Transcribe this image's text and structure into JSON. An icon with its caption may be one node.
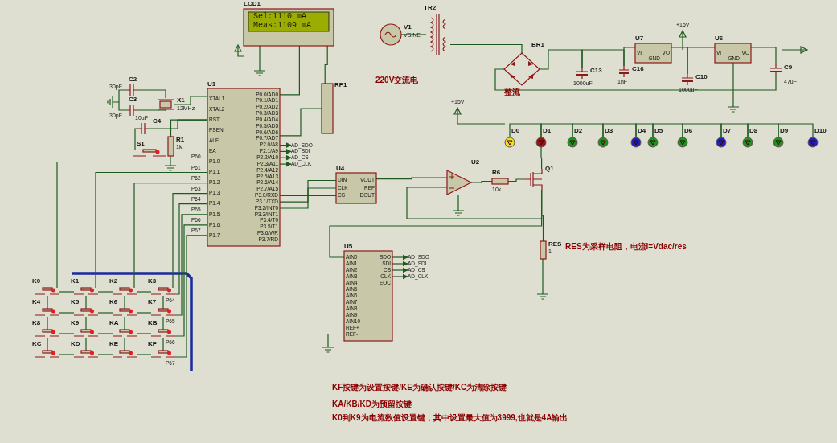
{
  "diagram": {
    "nodes": [
      {
        "text": [
          "LCD1",
          "Sel:1110 mA",
          "Meas:1109 mA"
        ]
      },
      {
        "text": [
          "RP1"
        ]
      },
      {
        "text": [
          "C2"
        ],
        "beside": [
          "30pF"
        ]
      },
      {
        "text": [
          "C3"
        ],
        "beside": [
          "30pF"
        ]
      },
      {
        "text": [
          "X1"
        ],
        "beside": [
          "12MHz"
        ]
      },
      {
        "text": [
          "U1",
          "XTAL1",
          "XTAL2",
          "RST",
          "PSEN",
          "ALE",
          "EA",
          "P1.0",
          "P1.1",
          "P1.2",
          "P1.3",
          "P1.4",
          "P1.5",
          "P1.6",
          "P1.7",
          "P0.0/AD0",
          "P0.1/AD1",
          "P0.2/AD2",
          "P0.3/AD3",
          "P0.4/AD4",
          "P0.5/AD5",
          "P0.6/AD6",
          "P0.7/AD7",
          "P2.0/A8",
          "P2.1/A9",
          "P2.2/A10",
          "P2.3/A11",
          "P2.4/A12",
          "P2.5/A13",
          "P2.6/A14",
          "P2.7/A15",
          "P3.0/RXD",
          "P3.1/TXD",
          "P3.2/INT0",
          "P3.3/INT1",
          "P3.4/T0",
          "P3.5/T1",
          "P3.6/WR",
          "P3.7/RD"
        ]
      },
      {
        "text": [
          "C4"
        ],
        "beside": [
          "10uF"
        ]
      },
      {
        "text": [
          "S1"
        ]
      },
      {
        "text": [
          "R1"
        ],
        "beside": [
          "1k"
        ]
      },
      {
        "text": [
          "U4",
          "DIN",
          "CLK",
          "CS",
          "VOUT",
          "REF",
          "DOUT"
        ]
      },
      {
        "text": [
          "V1"
        ],
        "beside": [
          "VSINE"
        ]
      },
      {
        "text": [
          "TR2"
        ]
      },
      {
        "text": [
          "BR1"
        ],
        "beside": [
          "整流"
        ]
      },
      {
        "text": [
          "C13"
        ],
        "beside": [
          "1000uF"
        ]
      },
      {
        "text": [
          "C16"
        ],
        "beside": [
          "1nF"
        ]
      },
      {
        "text": [
          "U7",
          "VI",
          "VO",
          "GND"
        ]
      },
      {
        "text": [
          "C10"
        ],
        "beside": [
          "1000uF"
        ]
      },
      {
        "text": [
          "U6",
          "VI",
          "VO",
          "GND"
        ]
      },
      {
        "text": [
          "C9"
        ],
        "beside": [
          "47uF"
        ]
      },
      {
        "text": [
          "U2"
        ]
      },
      {
        "text": [
          "R6"
        ],
        "beside": [
          "10k"
        ]
      },
      {
        "text": [
          "Q1"
        ]
      },
      {
        "text": [
          "RES"
        ],
        "beside": [
          "1"
        ]
      },
      {
        "text": [
          "U5",
          "AIN0",
          "AIN1",
          "AIN2",
          "AIN3",
          "AIN4",
          "AIN5",
          "AIN6",
          "AIN7",
          "AIN8",
          "AIN9",
          "AIN10",
          "REF+",
          "REF-",
          "SDO",
          "SDI",
          "CS",
          "CLK",
          "EOC"
        ]
      },
      {
        "text": [
          "D0"
        ]
      },
      {
        "text": [
          "D1"
        ]
      },
      {
        "text": [
          "D2"
        ]
      },
      {
        "text": [
          "D3"
        ]
      },
      {
        "text": [
          "D4"
        ]
      },
      {
        "text": [
          "D5"
        ]
      },
      {
        "text": [
          "D6"
        ]
      },
      {
        "text": [
          "D7"
        ]
      },
      {
        "text": [
          "D8"
        ]
      },
      {
        "text": [
          "D9"
        ]
      },
      {
        "text": [
          "D10"
        ]
      },
      {
        "text": [
          "K0"
        ]
      },
      {
        "text": [
          "K1"
        ]
      },
      {
        "text": [
          "K2"
        ]
      },
      {
        "text": [
          "K3"
        ]
      },
      {
        "text": [
          "K4"
        ]
      },
      {
        "text": [
          "K5"
        ]
      },
      {
        "text": [
          "K6"
        ]
      },
      {
        "text": [
          "K7"
        ]
      },
      {
        "text": [
          "K8"
        ]
      },
      {
        "text": [
          "K9"
        ]
      },
      {
        "text": [
          "KA"
        ]
      },
      {
        "text": [
          "KB"
        ]
      },
      {
        "text": [
          "KC"
        ]
      },
      {
        "text": [
          "KD"
        ]
      },
      {
        "text": [
          "KE"
        ]
      },
      {
        "text": [
          "KF"
        ]
      },
      {
        "text": [
          "AD_SDO"
        ]
      },
      {
        "text": [
          "AD_SDI"
        ]
      },
      {
        "text": [
          "AD_CS"
        ]
      },
      {
        "text": [
          "AD_CLK"
        ]
      },
      {
        "text": [
          "AD_SDO"
        ]
      },
      {
        "text": [
          "AD_SDI"
        ]
      },
      {
        "text": [
          "AD_CS"
        ]
      },
      {
        "text": [
          "AD_CLK"
        ]
      }
    ],
    "edges": [
      {
        "from": 0,
        "to": 5,
        "arrow": "none"
      },
      {
        "from": 0,
        "to": 1,
        "arrow": "none"
      },
      {
        "from": 1,
        "to": 5,
        "arrow": "none"
      },
      {
        "from": 2,
        "to": 4,
        "arrow": "none"
      },
      {
        "from": 3,
        "to": 4,
        "arrow": "none"
      },
      {
        "from": 4,
        "to": 5,
        "arrow": "none"
      },
      {
        "from": 6,
        "to": 5,
        "arrow": "none"
      },
      {
        "from": 7,
        "to": 6,
        "arrow": "none"
      },
      {
        "from": 8,
        "to": 5,
        "arrow": "none"
      },
      {
        "from": 5,
        "to": 9,
        "arrow": "none"
      },
      {
        "from": 5,
        "to": 9,
        "arrow": "none"
      },
      {
        "from": 5,
        "to": 9,
        "arrow": "none"
      },
      {
        "from": 9,
        "to": 19,
        "arrow": "none"
      },
      {
        "from": 19,
        "to": 20,
        "arrow": "none"
      },
      {
        "from": 20,
        "to": 21,
        "arrow": "none"
      },
      {
        "from": 21,
        "to": 22,
        "arrow": "none"
      },
      {
        "from": 21,
        "to": 19,
        "arrow": "none"
      },
      {
        "from": 21,
        "to": 23,
        "arrow": "none"
      },
      {
        "from": 10,
        "to": 11,
        "arrow": "none"
      },
      {
        "from": 11,
        "to": 12,
        "arrow": "none"
      },
      {
        "from": 12,
        "to": 13,
        "arrow": "none"
      },
      {
        "from": 13,
        "to": 14,
        "arrow": "none"
      },
      {
        "from": 14,
        "to": 15,
        "arrow": "none"
      },
      {
        "from": 15,
        "to": 16,
        "arrow": "none"
      },
      {
        "from": 16,
        "to": 17,
        "arrow": "none"
      },
      {
        "from": 17,
        "to": 18,
        "arrow": "none"
      },
      {
        "from": 24,
        "to": 25,
        "arrow": "none"
      },
      {
        "from": 25,
        "to": 26,
        "arrow": "none"
      },
      {
        "from": 26,
        "to": 27,
        "arrow": "none"
      },
      {
        "from": 27,
        "to": 28,
        "arrow": "none"
      },
      {
        "from": 28,
        "to": 29,
        "arrow": "none"
      },
      {
        "from": 29,
        "to": 30,
        "arrow": "none"
      },
      {
        "from": 30,
        "to": 31,
        "arrow": "none"
      },
      {
        "from": 31,
        "to": 32,
        "arrow": "none"
      },
      {
        "from": 32,
        "to": 33,
        "arrow": "none"
      },
      {
        "from": 33,
        "to": 34,
        "arrow": "none"
      },
      {
        "from": 25,
        "to": 21,
        "arrow": "none"
      },
      {
        "from": 5,
        "to": 35,
        "arrow": "none"
      },
      {
        "from": 5,
        "to": 36,
        "arrow": "none"
      },
      {
        "from": 5,
        "to": 37,
        "arrow": "none"
      },
      {
        "from": 5,
        "to": 38,
        "arrow": "none"
      },
      {
        "from": 5,
        "to": 38,
        "arrow": "none"
      },
      {
        "from": 5,
        "to": 42,
        "arrow": "none"
      },
      {
        "from": 5,
        "to": 46,
        "arrow": "none"
      },
      {
        "from": 5,
        "to": 50,
        "arrow": "none"
      },
      {
        "from": 35,
        "to": 36,
        "arrow": "none"
      },
      {
        "from": 36,
        "to": 37,
        "arrow": "none"
      },
      {
        "from": 37,
        "to": 38,
        "arrow": "none"
      },
      {
        "from": 39,
        "to": 40,
        "arrow": "none"
      },
      {
        "from": 40,
        "to": 41,
        "arrow": "none"
      },
      {
        "from": 41,
        "to": 42,
        "arrow": "none"
      },
      {
        "from": 43,
        "to": 44,
        "arrow": "none"
      },
      {
        "from": 44,
        "to": 45,
        "arrow": "none"
      },
      {
        "from": 45,
        "to": 46,
        "arrow": "none"
      },
      {
        "from": 47,
        "to": 48,
        "arrow": "none"
      },
      {
        "from": 48,
        "to": 49,
        "arrow": "none"
      },
      {
        "from": 49,
        "to": 50,
        "arrow": "none"
      },
      {
        "from": 35,
        "to": 39,
        "arrow": "none"
      },
      {
        "from": 39,
        "to": 43,
        "arrow": "none"
      },
      {
        "from": 43,
        "to": 47,
        "arrow": "none"
      },
      {
        "from": 36,
        "to": 40,
        "arrow": "none"
      },
      {
        "from": 40,
        "to": 44,
        "arrow": "none"
      },
      {
        "from": 44,
        "to": 48,
        "arrow": "none"
      },
      {
        "from": 37,
        "to": 41,
        "arrow": "none"
      },
      {
        "from": 41,
        "to": 45,
        "arrow": "none"
      },
      {
        "from": 45,
        "to": 49,
        "arrow": "none"
      },
      {
        "from": 38,
        "to": 42,
        "arrow": "none"
      },
      {
        "from": 42,
        "to": 46,
        "arrow": "none"
      },
      {
        "from": 46,
        "to": 50,
        "arrow": "none"
      },
      {
        "from": 12,
        "to": 18,
        "arrow": "none"
      },
      {
        "from": 5,
        "to": 51,
        "arrow": "to"
      },
      {
        "from": 5,
        "to": 52,
        "arrow": "to"
      },
      {
        "from": 5,
        "to": 53,
        "arrow": "to"
      },
      {
        "from": 5,
        "to": 54,
        "arrow": "to"
      },
      {
        "from": 23,
        "to": 55,
        "arrow": "to"
      },
      {
        "from": 23,
        "to": 56,
        "arrow": "to"
      },
      {
        "from": 23,
        "to": 57,
        "arrow": "to"
      },
      {
        "from": 23,
        "to": 58,
        "arrow": "to"
      },
      {
        "from": 2,
        "to": 3,
        "arrow": "none"
      }
    ],
    "labels": [
      "220V交流电",
      "+15V",
      "+15V",
      "RES为采样电阻，电流I=Vdac/res",
      "P60",
      "P61",
      "P62",
      "P63",
      "P64",
      "P65",
      "P66",
      "P67",
      "P64",
      "P65",
      "P66",
      "P67",
      "KF按键为设置按键/KE为确认按键/KC为清除按键",
      "KA/KB/KD为预留按键",
      "K0到K9为电流数值设置键，其中设置最大值为3999,也就是4A输出"
    ]
  }
}
